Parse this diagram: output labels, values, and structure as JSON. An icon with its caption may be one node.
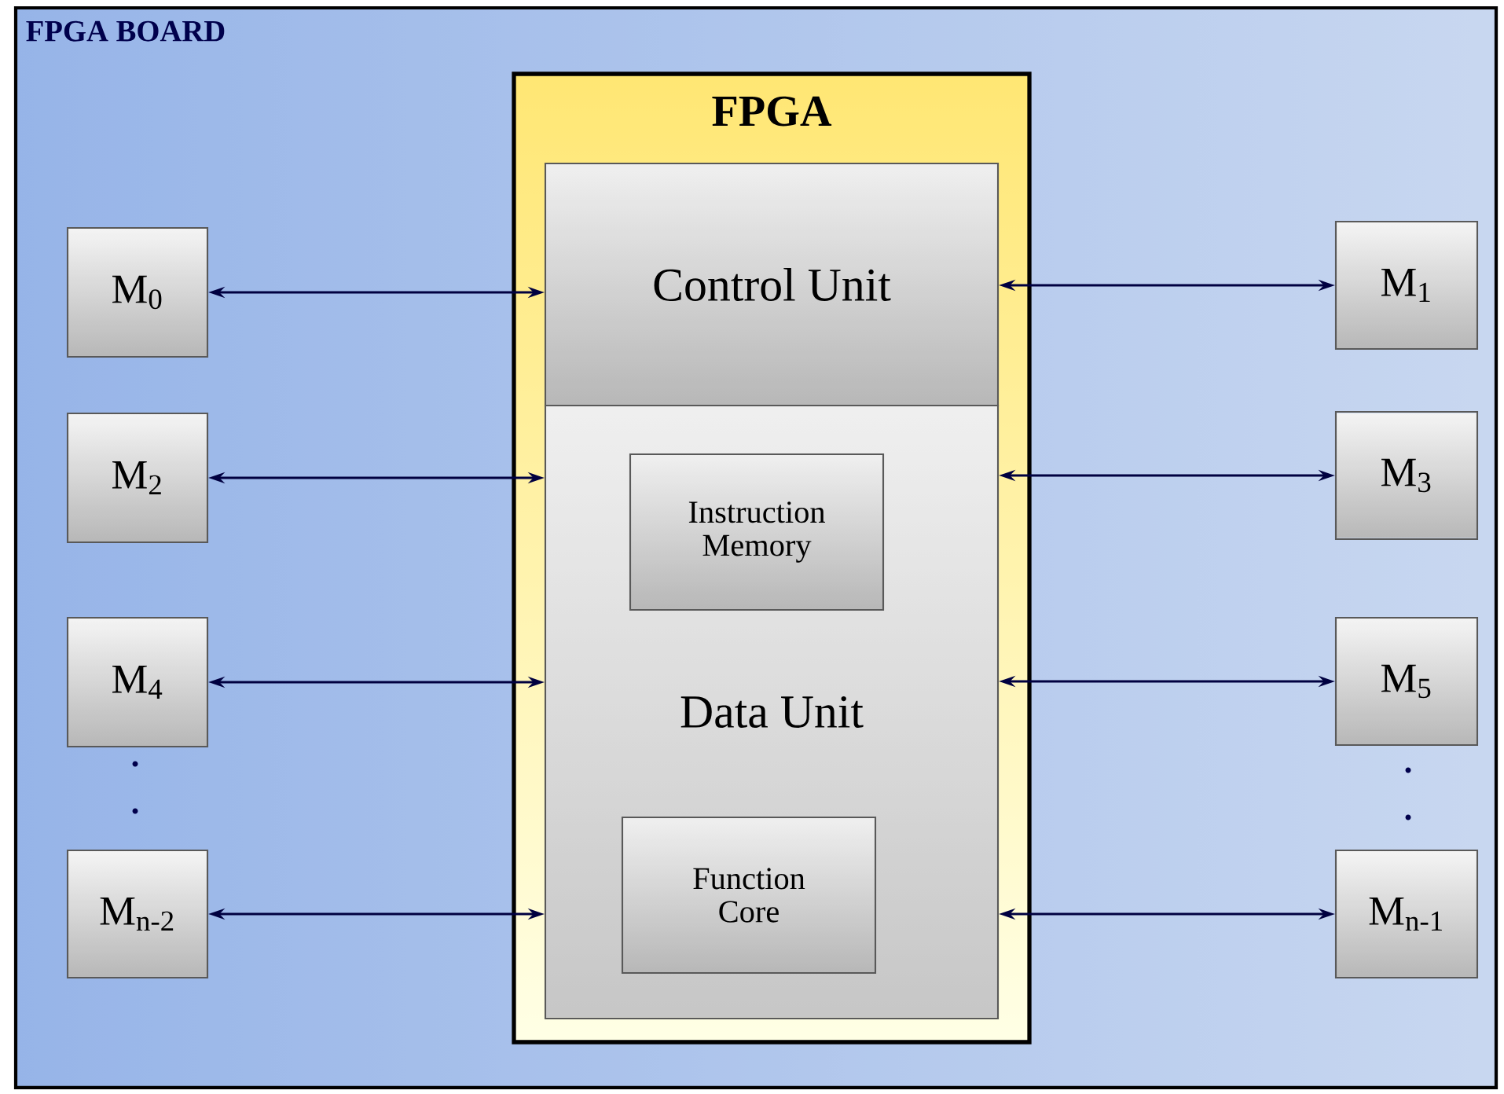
{
  "diagram": {
    "nodes": [
      {
        "text": [
          "FPGA BOARD"
        ]
      },
      {
        "text": [
          "FPGA"
        ],
        "in": 0
      },
      {
        "text": [
          "Control Unit"
        ],
        "in": 1
      },
      {
        "text": [
          "Data Unit"
        ],
        "in": 1
      },
      {
        "text": [
          "Instruction Memory"
        ],
        "in": 3
      },
      {
        "text": [
          "Function Core"
        ],
        "in": 3
      },
      {
        "text": [
          "M$_{0}$"
        ],
        "in": 0
      },
      {
        "text": [
          "M$_{1}$"
        ],
        "in": 0
      },
      {
        "text": [
          "M$_{2}$"
        ],
        "in": 0
      },
      {
        "text": [
          "M$_{3}$"
        ],
        "in": 0
      },
      {
        "text": [
          "M$_{4}$"
        ],
        "in": 0
      },
      {
        "text": [
          "M$_{5}$"
        ],
        "in": 0
      },
      {
        "text": [
          "M$_{n-2}$"
        ],
        "in": 0
      },
      {
        "text": [
          "M$_{n-1}$"
        ],
        "in": 0
      }
    ],
    "edges": [
      {
        "from": 6,
        "to": 2,
        "arrow": "both"
      },
      {
        "from": 7,
        "to": 2,
        "arrow": "both"
      },
      {
        "from": 8,
        "to": 3,
        "arrow": "both"
      },
      {
        "from": 9,
        "to": 3,
        "arrow": "both"
      },
      {
        "from": 10,
        "to": 3,
        "arrow": "both"
      },
      {
        "from": 11,
        "to": 3,
        "arrow": "both"
      },
      {
        "from": 12,
        "to": 3,
        "arrow": "both"
      },
      {
        "from": 13,
        "to": 3,
        "arrow": "both"
      }
    ]
  }
}
